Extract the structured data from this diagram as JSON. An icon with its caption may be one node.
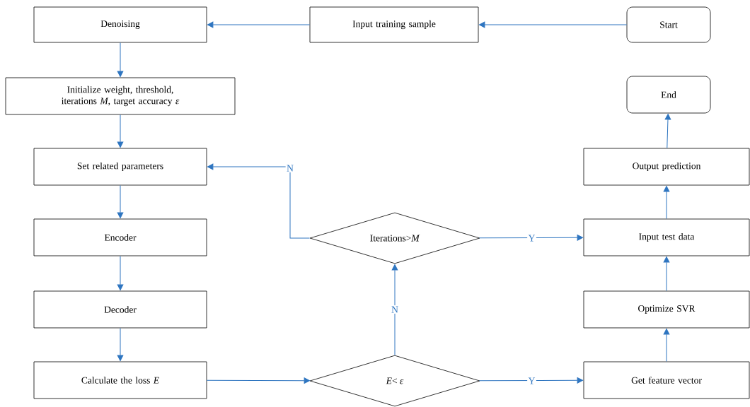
{
  "diagram": {
    "nodes": [
      {
        "text": [
          "Denoising"
        ]
      },
      {
        "text": [
          "Input training sample"
        ]
      },
      {
        "text": [
          "Start"
        ]
      },
      {
        "text": [
          "Initialize weight, threshold, iterations *M*, target accuracy *ε*"
        ]
      },
      {
        "text": [
          "End"
        ]
      },
      {
        "text": [
          "Set related parameters"
        ]
      },
      {
        "text": [
          "Output prediction"
        ]
      },
      {
        "text": [
          "Encoder"
        ]
      },
      {
        "text": [
          "Iterations>*M*"
        ]
      },
      {
        "text": [
          "Input test data"
        ]
      },
      {
        "text": [
          "Decoder"
        ]
      },
      {
        "text": [
          "Optimize SVR"
        ]
      },
      {
        "text": [
          "Calculate the loss *E*"
        ]
      },
      {
        "text": [
          "*E*< *ε*"
        ]
      },
      {
        "text": [
          "Get feature vector"
        ]
      }
    ],
    "edges": [
      {
        "from": 2,
        "to": 1,
        "arrow": "to"
      },
      {
        "from": 1,
        "to": 0,
        "arrow": "to"
      },
      {
        "from": 0,
        "to": 3,
        "arrow": "to"
      },
      {
        "from": 3,
        "to": 5,
        "arrow": "to"
      },
      {
        "from": 5,
        "to": 7,
        "arrow": "to"
      },
      {
        "from": 7,
        "to": 10,
        "arrow": "to"
      },
      {
        "from": 10,
        "to": 12,
        "arrow": "to"
      },
      {
        "from": 12,
        "to": 13,
        "arrow": "to"
      },
      {
        "from": 13,
        "to": 8,
        "arrow": "to",
        "label": "N"
      },
      {
        "from": 8,
        "to": 5,
        "arrow": "to",
        "label": "N"
      },
      {
        "from": 8,
        "to": 9,
        "arrow": "to",
        "label": "Y"
      },
      {
        "from": 13,
        "to": 14,
        "arrow": "to",
        "label": "Y"
      },
      {
        "from": 14,
        "to": 11,
        "arrow": "to"
      },
      {
        "from": 11,
        "to": 9,
        "arrow": "to"
      },
      {
        "from": 9,
        "to": 6,
        "arrow": "to"
      },
      {
        "from": 6,
        "to": 4,
        "arrow": "to"
      }
    ]
  }
}
